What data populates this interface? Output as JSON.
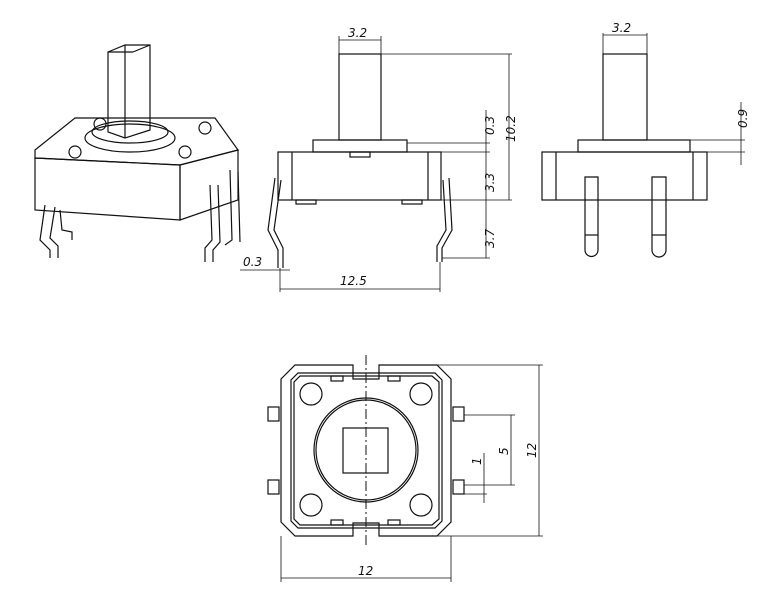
{
  "drawing": {
    "front_view": {
      "stem_width": "3.2",
      "plate_height": "0.3",
      "total_height": "10.2",
      "body_height": "3.3",
      "lead_length": "3.7",
      "lead_thickness": "0.3",
      "lead_span": "12.5"
    },
    "side_view": {
      "stem_width": "3.2",
      "plate_offset": "0.9"
    },
    "bottom_view": {
      "width": "12",
      "height": "12",
      "pin_pitch": "5",
      "pin_width": "1"
    }
  }
}
